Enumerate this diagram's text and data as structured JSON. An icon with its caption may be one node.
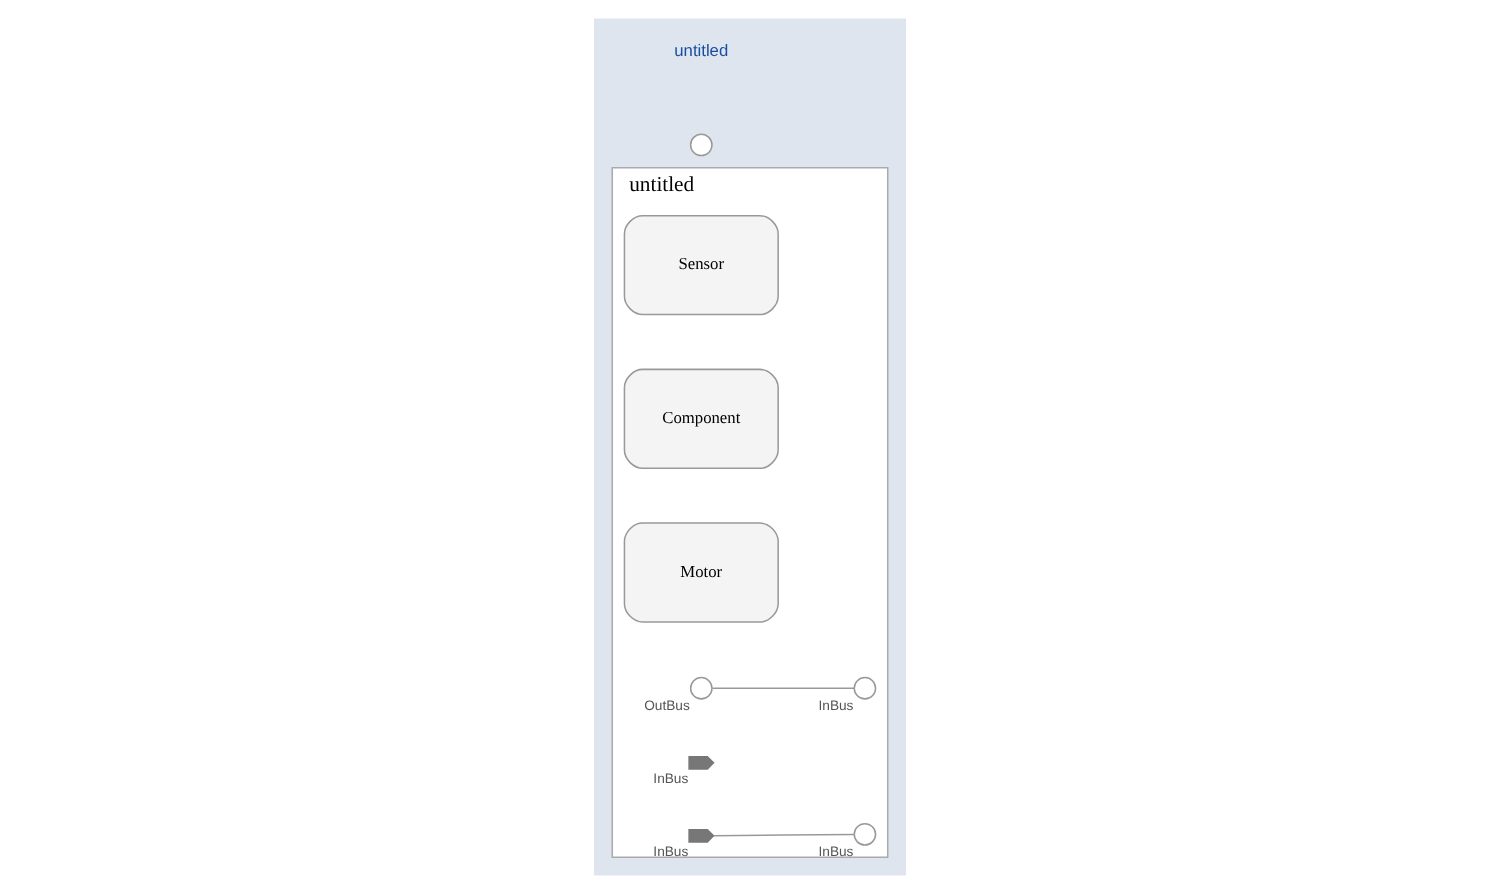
{
  "diagram": {
    "nodes": [
      {
        "text": [
          "untitled"
        ]
      },
      {
        "text": [
          "Sensor"
        ],
        "in": 0
      },
      {
        "text": [
          "Component"
        ],
        "in": 0
      },
      {
        "text": [
          "Motor"
        ],
        "in": 0
      },
      {
        "text": [],
        "shape": "circle",
        "beside": [
          "OutBus"
        ],
        "in": 0
      },
      {
        "text": [],
        "shape": "circle",
        "beside": [
          "InBus"
        ],
        "in": 0
      },
      {
        "text": [],
        "shape": "circle"
      },
      {
        "text": [],
        "shape": "tag",
        "beside": [
          "InBus"
        ],
        "in": 0
      },
      {
        "text": [],
        "shape": "tag",
        "beside": [
          "InBus"
        ],
        "in": 0
      },
      {
        "text": [],
        "shape": "circle",
        "beside": [
          "InBus"
        ],
        "in": 0
      }
    ],
    "edges": [
      {
        "from": 4,
        "to": 5,
        "arrow": "none"
      },
      {
        "from": 8,
        "to": 9,
        "arrow": "none"
      }
    ],
    "labels": [
      "untitled"
    ]
  }
}
